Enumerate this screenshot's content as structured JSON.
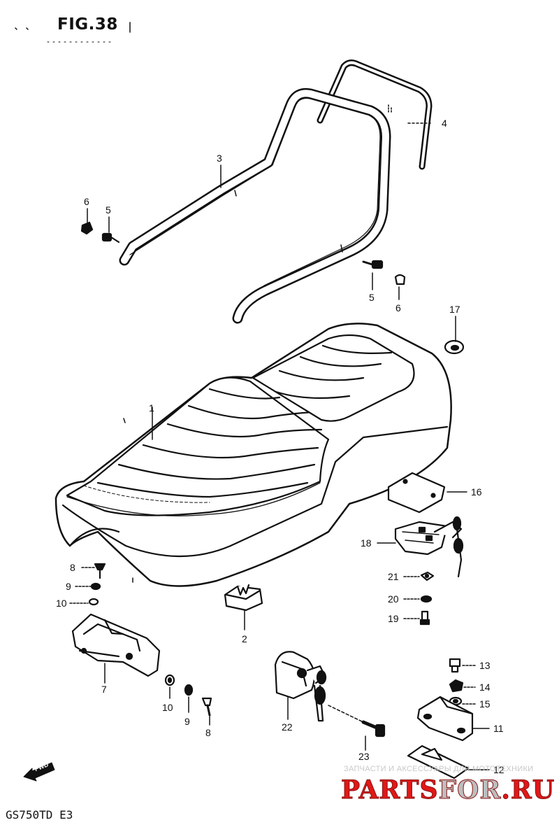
{
  "figure": {
    "title": "FIG.38",
    "model": "GS750TD  E3"
  },
  "callouts": [
    {
      "id": "c3",
      "label": "3"
    },
    {
      "id": "c4",
      "label": "4"
    },
    {
      "id": "c6a",
      "label": "6"
    },
    {
      "id": "c5a",
      "label": "5"
    },
    {
      "id": "c5b",
      "label": "5"
    },
    {
      "id": "c6b",
      "label": "6"
    },
    {
      "id": "c17",
      "label": "17"
    },
    {
      "id": "c1",
      "label": "1"
    },
    {
      "id": "c16",
      "label": "16"
    },
    {
      "id": "c18",
      "label": "18"
    },
    {
      "id": "c8a",
      "label": "8"
    },
    {
      "id": "c9a",
      "label": "9"
    },
    {
      "id": "c10a",
      "label": "10"
    },
    {
      "id": "c21",
      "label": "21"
    },
    {
      "id": "c20",
      "label": "20"
    },
    {
      "id": "c19",
      "label": "19"
    },
    {
      "id": "c2",
      "label": "2"
    },
    {
      "id": "c7",
      "label": "7"
    },
    {
      "id": "c13",
      "label": "13"
    },
    {
      "id": "c14",
      "label": "14"
    },
    {
      "id": "c15",
      "label": "15"
    },
    {
      "id": "c11",
      "label": "11"
    },
    {
      "id": "c10b",
      "label": "10"
    },
    {
      "id": "c9b",
      "label": "9"
    },
    {
      "id": "c8b",
      "label": "8"
    },
    {
      "id": "c22",
      "label": "22"
    },
    {
      "id": "c23",
      "label": "23"
    },
    {
      "id": "c12",
      "label": "12"
    }
  ],
  "forward_arrow": {
    "label": "FWD"
  },
  "watermark": {
    "tagline": "ЗАПЧАСТИ И АКСЕССУАРЫ ДЛЯ МОТОТЕХНИКИ",
    "logo_part1": "PARTS",
    "logo_part2": "FOR",
    "logo_part3": ".RU",
    "color_red": "#e01818",
    "color_grey": "#bdbdbd"
  }
}
